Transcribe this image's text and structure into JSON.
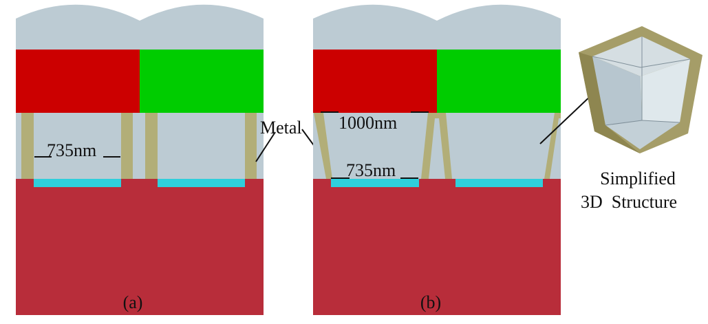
{
  "figure": {
    "panel_a": {
      "caption": "(a)",
      "top_width_label": "735nm"
    },
    "panel_b": {
      "caption": "(b)",
      "top_width_label": "1000nm",
      "bottom_width_label": "735nm"
    },
    "metal_label": "Metal",
    "inset": {
      "line1": "Simplified",
      "line2": "3D  Structure"
    }
  },
  "colors": {
    "lens": "#bccbd3",
    "red_filter": "#cc0000",
    "green_filter": "#00cc00",
    "dielectric": "#bccbd3",
    "metal": "#b2ae78",
    "photodiode": "#2fcfdc",
    "substrate": "#b82d3a"
  }
}
